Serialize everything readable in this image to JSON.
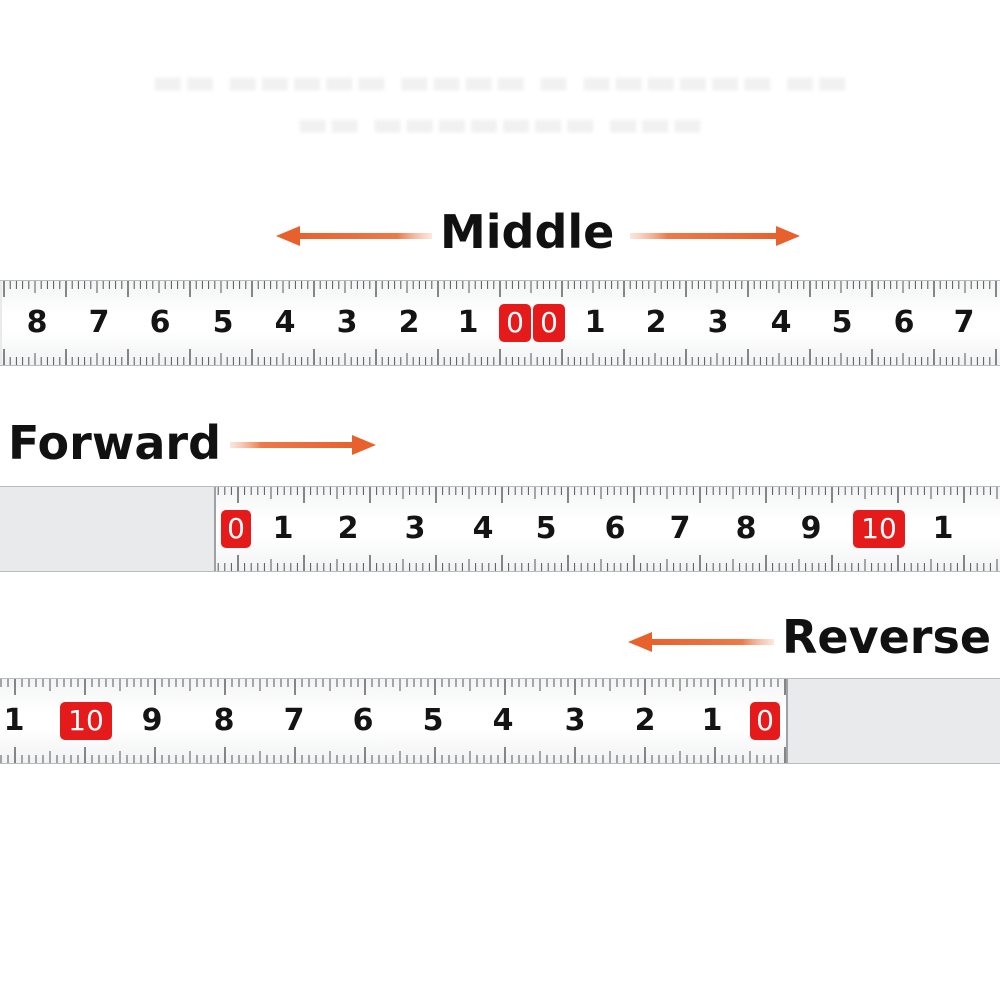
{
  "labels": {
    "middle": "Middle",
    "forward": "Forward",
    "reverse": "Reverse"
  },
  "colors": {
    "arrow": "#e8602c",
    "badge": "#e51a1a",
    "text": "#111111",
    "tick": "#555555",
    "tape_blank": "#e9eaeb"
  },
  "tapes": {
    "middle": {
      "numbers": [
        "8",
        "7",
        "6",
        "5",
        "4",
        "3",
        "2",
        "1",
        "0",
        "0",
        "1",
        "2",
        "3",
        "4",
        "5",
        "6",
        "7"
      ],
      "highlighted": [
        "0",
        "0"
      ]
    },
    "forward": {
      "numbers": [
        "0",
        "1",
        "2",
        "3",
        "4",
        "5",
        "6",
        "7",
        "8",
        "9",
        "10",
        "1"
      ],
      "highlighted": [
        "0",
        "10"
      ]
    },
    "reverse": {
      "numbers": [
        "1",
        "10",
        "9",
        "8",
        "7",
        "6",
        "5",
        "4",
        "3",
        "2",
        "1",
        "0"
      ],
      "highlighted": [
        "10",
        "0"
      ]
    }
  },
  "icons": {
    "middle_left": "arrow-left-icon",
    "middle_right": "arrow-right-icon",
    "forward": "arrow-right-icon",
    "reverse": "arrow-left-icon"
  }
}
